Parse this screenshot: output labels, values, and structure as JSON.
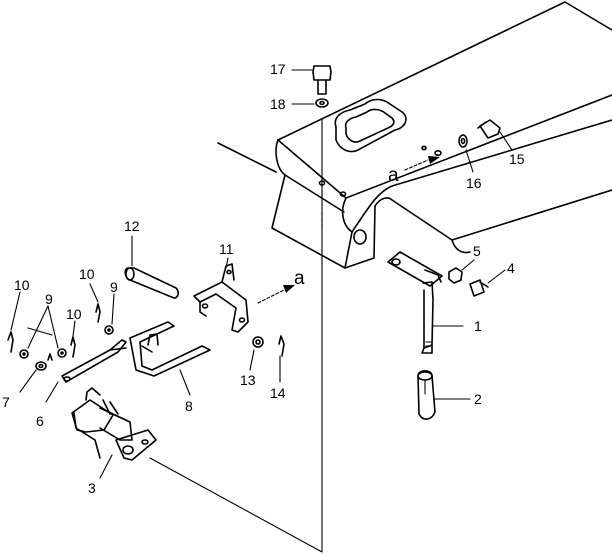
{
  "labels": {
    "p1": "1",
    "p2": "2",
    "p3": "3",
    "p4": "4",
    "p5": "5",
    "p6": "6",
    "p7": "7",
    "p8": "8",
    "p9a": "9",
    "p9b": "9",
    "p10a": "10",
    "p10b": "10",
    "p10c": "10",
    "p11": "11",
    "p12": "12",
    "p13": "13",
    "p14": "14",
    "p15": "15",
    "p16": "16",
    "p17": "17",
    "p18": "18",
    "ref_a_top": "a",
    "ref_a_bottom": "a"
  },
  "colors": {
    "line": "#000000",
    "background": "#ffffff"
  }
}
